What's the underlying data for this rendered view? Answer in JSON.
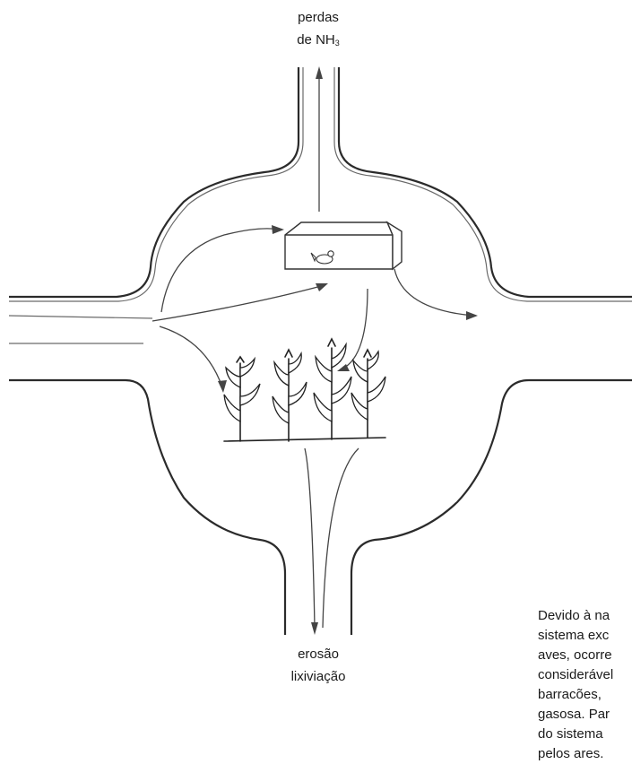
{
  "labels": {
    "top_line1": "perdas",
    "top_line2_prefix": "de NH",
    "top_line2_sub": "3",
    "bottom_line1": "erosão",
    "bottom_line2": "lixiviação"
  },
  "caption": {
    "lines": [
      "Devido à na",
      "sistema exc",
      "aves, ocorre",
      "considerável",
      "barracões,",
      "gasosa. Par",
      "do sistema",
      "pelos ares."
    ]
  },
  "icons": {
    "barn": "poultry-barn-icon",
    "hen": "hen-icon",
    "crops": "corn-plant-icon"
  }
}
